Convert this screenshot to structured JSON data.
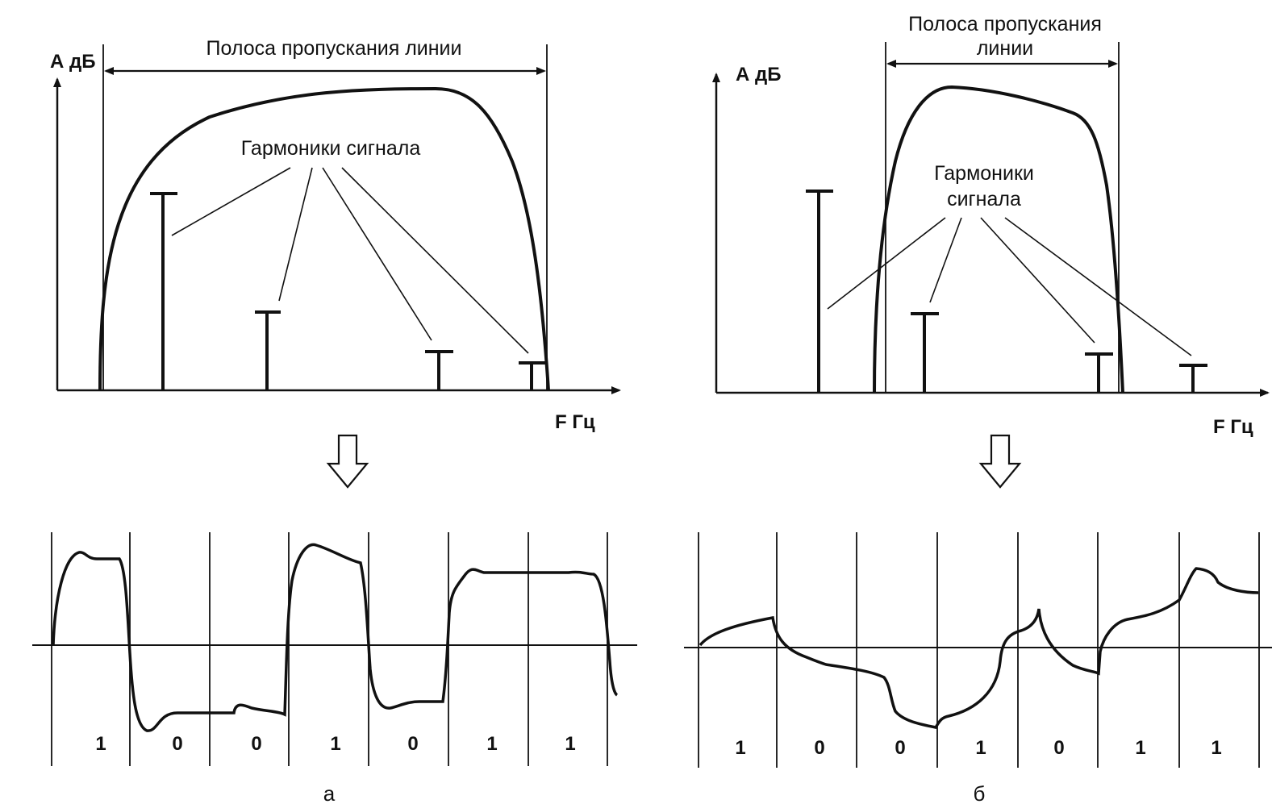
{
  "panel_a": {
    "bandwidth_label": "Полоса пропускания линии",
    "y_axis_label": "А дБ",
    "x_axis_label": "F Гц",
    "harmonics_label": "Гармоники сигнала",
    "bits": [
      "1",
      "0",
      "0",
      "1",
      "0",
      "1",
      "1"
    ],
    "caption": "а"
  },
  "panel_b": {
    "bandwidth_label_line1": "Полоса пропускания",
    "bandwidth_label_line2": "линии",
    "y_axis_label": "А дБ",
    "x_axis_label": "F Гц",
    "harmonics_label_line1": "Гармоники",
    "harmonics_label_line2": "сигнала",
    "bits": [
      "1",
      "0",
      "0",
      "1",
      "0",
      "1",
      "1"
    ],
    "caption": "б"
  }
}
